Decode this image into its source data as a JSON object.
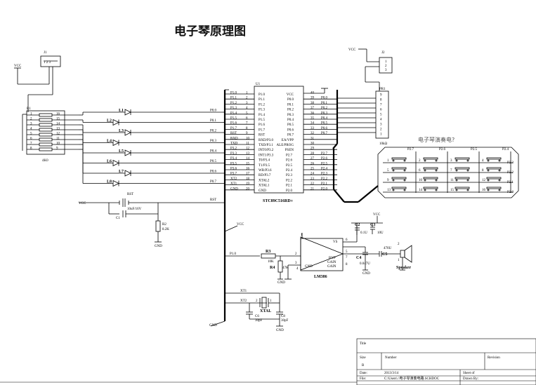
{
  "title": "电子琴原理图",
  "u1": {
    "ref": "U1",
    "part": "STC89C516RD+",
    "left_pins": [
      "P1.0",
      "P1.1",
      "P1.2",
      "P1.3",
      "P1.4",
      "P1.5",
      "P1.6",
      "P1.7",
      "RST",
      "RXD/P3.0",
      "TXD/P3.1",
      "INT0/P3.2",
      "INT1/P3.3",
      "T0/P3.4",
      "T1/P3.5",
      "WR/P3.6",
      "RD/P3.7",
      "XTAL2",
      "XTAL1",
      "GND"
    ],
    "left_nums": [
      "1",
      "2",
      "3",
      "4",
      "5",
      "6",
      "7",
      "8",
      "9",
      "10",
      "11",
      "12",
      "13",
      "14",
      "15",
      "16",
      "17",
      "18",
      "19",
      "20"
    ],
    "left_nets": [
      "P1.0",
      "P1.1",
      "P1.2",
      "P1.3",
      "P1.4",
      "P1.5",
      "P1.6",
      "P1.7",
      "RST",
      "RXD",
      "TXD",
      "P3.2",
      "P3.3",
      "P3.4",
      "P3.5",
      "P3.6",
      "P3.7",
      "XT2",
      "XT1",
      "GND"
    ],
    "right_pins": [
      "VCC",
      "P0.0",
      "P0.1",
      "P0.2",
      "P0.3",
      "P0.4",
      "P0.5",
      "P0.6",
      "P0.7",
      "EA/VPP",
      "ALE/PROG",
      "PSEN",
      "P2.7",
      "P2.6",
      "P2.5",
      "P2.4",
      "P2.3",
      "P2.2",
      "P2.1",
      "P2.0"
    ],
    "right_nums": [
      "40",
      "39",
      "38",
      "37",
      "36",
      "35",
      "34",
      "33",
      "32",
      "31",
      "30",
      "29",
      "28",
      "27",
      "26",
      "25",
      "24",
      "23",
      "22",
      "21"
    ],
    "right_nets": [
      "",
      "P0.0",
      "P0.1",
      "P0.2",
      "P0.3",
      "P0.4",
      "P0.5",
      "P0.6",
      "P0.7",
      "",
      "",
      "",
      "P2.7",
      "P2.6",
      "P2.5",
      "P2.4",
      "P2.3",
      "P2.2",
      "P2.1",
      "P2.0"
    ]
  },
  "r1": {
    "ref": "R1",
    "value": "4K0",
    "left_nums": [
      "1",
      "2",
      "3",
      "4",
      "5",
      "6",
      "7",
      "8"
    ],
    "right_nums": [
      "16",
      "15",
      "14",
      "13",
      "12",
      "11",
      "10",
      "9"
    ]
  },
  "j1": {
    "ref": "J1",
    "pins": "1 2 3"
  },
  "j2": {
    "ref": "J2",
    "pins": [
      "1",
      "2",
      "3"
    ]
  },
  "pr1": {
    "ref": "PR1",
    "value": "10kΩ",
    "pins": [
      "9",
      "8",
      "7",
      "6",
      "5",
      "4",
      "3",
      "2",
      "1"
    ]
  },
  "vcc": "VCC",
  "gnd": "GND",
  "leds": [
    {
      "ref": "L1",
      "net": "P0.0"
    },
    {
      "ref": "L2",
      "net": "P0.1"
    },
    {
      "ref": "L3",
      "net": "P0.2"
    },
    {
      "ref": "L4",
      "net": "P0.3"
    },
    {
      "ref": "L5",
      "net": "P0.4"
    },
    {
      "ref": "L6",
      "net": "P0.5"
    },
    {
      "ref": "L7",
      "net": "P0.6"
    },
    {
      "ref": "L8",
      "net": "P0.7"
    }
  ],
  "reset": {
    "button": "RST",
    "net": "RST",
    "cap_ref": "C1",
    "cap_value": "10uF/16V",
    "res_ref": "R2",
    "res_value": "8.2K"
  },
  "keyboard": {
    "title": "电子琴演奏电?",
    "cols": [
      "P2.7",
      "P2.6",
      "P2.5",
      "P2.4"
    ],
    "rows": [
      "P2.3",
      "P2.2",
      "P2.1",
      "P2.0"
    ],
    "keys": [
      "1",
      "2",
      "3",
      "4",
      "5",
      "6",
      "7",
      "8",
      "9",
      "10",
      "11",
      "12",
      "13",
      "14",
      "15",
      "16"
    ]
  },
  "amp": {
    "ref": "LM386",
    "pins": [
      "1",
      "2",
      "3",
      "4",
      "5",
      "6",
      "7",
      "8"
    ],
    "vs": "VS",
    "byp": "BYP",
    "gain1": "GAIN",
    "gain2": "GAIN",
    "gnd": "GND",
    "in_net": "P1.0",
    "r3": "R3",
    "r3_val": "10K",
    "r4": "R4",
    "r4_val": "47K",
    "c2": "C2",
    "c2_val": "0.1U",
    "c3": "C3",
    "c3_val": "10U",
    "c4": "C4",
    "c4_val": "0.047U",
    "c5": "C5",
    "c5_val": "470U",
    "speaker": "Speaker",
    "spk_pins": [
      "1",
      "2"
    ]
  },
  "crystal": {
    "xt1": "XT1",
    "xt2": "XT2",
    "ref": "XTAL",
    "c6": "C6",
    "c6_val": "30pF",
    "c8": "C8",
    "c8_val": "30pF",
    "pins": [
      "2",
      "1"
    ]
  },
  "titleblock": {
    "title_label": "Title",
    "size_label": "Size",
    "size_value": "B",
    "number_label": "Number",
    "revision_label": "Revision",
    "date_label": "Date:",
    "date_value": "2013/3/14",
    "sheet_label": "Sheet   of",
    "file_label": "File:",
    "file_value": "C:\\Users\\.\\电子琴演奏电路.SCHDOC",
    "drawn_label": "Drawn By:"
  }
}
